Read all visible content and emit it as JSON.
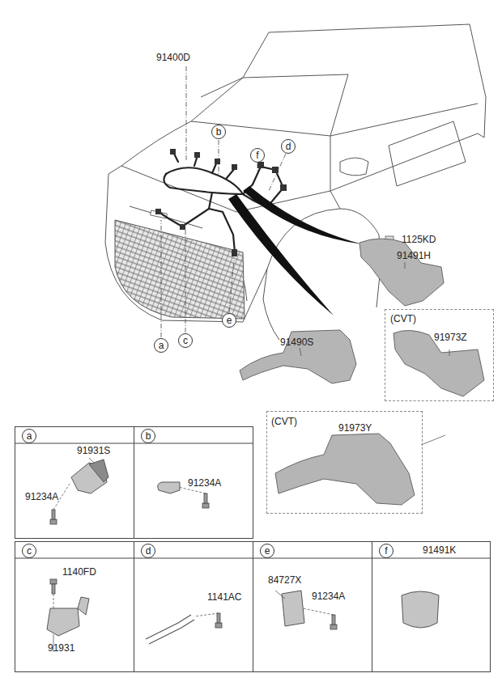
{
  "diagram": {
    "nodes": [
      {
        "text": [
          "b"
        ]
      },
      {
        "text": [
          "f"
        ]
      },
      {
        "text": [
          "d"
        ]
      },
      {
        "text": [
          "a"
        ]
      },
      {
        "text": [
          "c"
        ]
      },
      {
        "text": [
          "e"
        ]
      },
      {
        "text": [
          "(CVT)",
          "91973Z"
        ]
      },
      {
        "text": [
          "(CVT)",
          "91973Y"
        ]
      },
      {
        "text": [
          "91931S",
          "91234A"
        ]
      },
      {
        "text": [
          "a"
        ],
        "in": 8
      },
      {
        "text": [
          "91234A"
        ]
      },
      {
        "text": [
          "b"
        ],
        "in": 10
      },
      {
        "text": [
          "1140FD",
          "91931"
        ]
      },
      {
        "text": [
          "c"
        ],
        "in": 12
      },
      {
        "text": [
          "1141AC"
        ]
      },
      {
        "text": [
          "d"
        ],
        "in": 14
      },
      {
        "text": [
          "84727X",
          "91234A"
        ]
      },
      {
        "text": [
          "e"
        ],
        "in": 16
      },
      {
        "text": [
          "91491K"
        ]
      },
      {
        "text": [
          "f"
        ],
        "in": 18
      }
    ],
    "labels": [
      "91400D",
      "1125KD",
      "91491H",
      "91490S"
    ]
  }
}
